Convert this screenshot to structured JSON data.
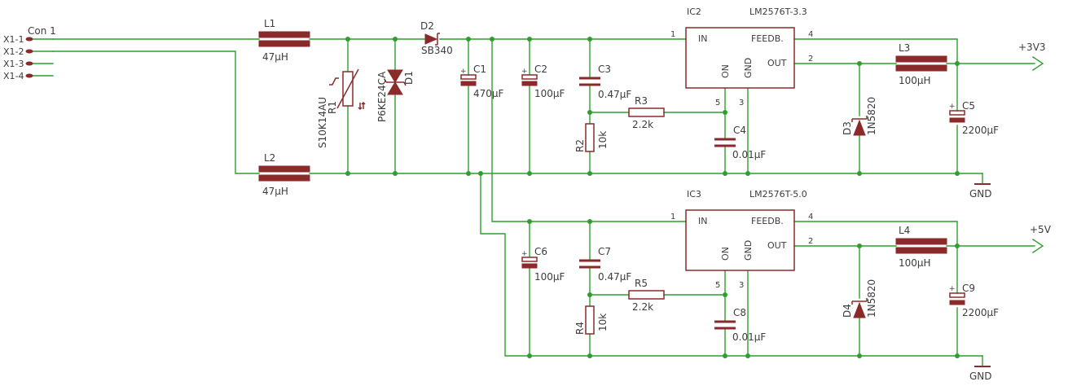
{
  "connector": {
    "name": "Con 1",
    "pins": [
      "X1-1",
      "X1-2",
      "X1-3",
      "X1-4"
    ]
  },
  "L1": {
    "ref": "L1",
    "value": "47µH"
  },
  "L2": {
    "ref": "L2",
    "value": "47µH"
  },
  "R1": {
    "ref": "R1",
    "value": "S10K14AU"
  },
  "D1": {
    "ref": "D1",
    "value": "P6KE24CA"
  },
  "D2": {
    "ref": "D2",
    "value": "SB340"
  },
  "C1": {
    "ref": "C1",
    "value": "470µF"
  },
  "C2": {
    "ref": "C2",
    "value": "100µF"
  },
  "C3": {
    "ref": "C3",
    "value": "0.47µF"
  },
  "R3": {
    "ref": "R3",
    "value": "2.2k"
  },
  "R2": {
    "ref": "R2",
    "value": "10k"
  },
  "C4": {
    "ref": "C4",
    "value": "0.01µF"
  },
  "IC2": {
    "ref": "IC2",
    "part": "LM2576T-3.3",
    "pin_in": "IN",
    "pin_feedb": "FEEDB.",
    "pin_out": "OUT",
    "pin_on": "ON",
    "pin_gnd": "GND",
    "n1": "1",
    "n2": "2",
    "n3": "3",
    "n4": "4",
    "n5": "5"
  },
  "D3": {
    "ref": "D3",
    "value": "1N5820"
  },
  "L3": {
    "ref": "L3",
    "value": "100µH"
  },
  "C5": {
    "ref": "C5",
    "value": "2200µF"
  },
  "out1": "+3V3",
  "gnd1": "GND",
  "C6": {
    "ref": "C6",
    "value": "100µF"
  },
  "C7": {
    "ref": "C7",
    "value": "0.47µF"
  },
  "R5": {
    "ref": "R5",
    "value": "2.2k"
  },
  "R4": {
    "ref": "R4",
    "value": "10k"
  },
  "C8": {
    "ref": "C8",
    "value": "0.01µF"
  },
  "IC3": {
    "ref": "IC3",
    "part": "LM2576T-5.0",
    "pin_in": "IN",
    "pin_feedb": "FEEDB.",
    "pin_out": "OUT",
    "pin_on": "ON",
    "pin_gnd": "GND",
    "n1": "1",
    "n2": "2",
    "n3": "3",
    "n4": "4",
    "n5": "5"
  },
  "D4": {
    "ref": "D4",
    "value": "1N5820"
  },
  "L4": {
    "ref": "L4",
    "value": "100µH"
  },
  "C9": {
    "ref": "C9",
    "value": "2200µF"
  },
  "out2": "+5V",
  "gnd2": "GND",
  "polarity": "+",
  "colors": {
    "wire": "#2f9e2f",
    "part": "#8b2a2a",
    "text": "#3c3c3c"
  }
}
